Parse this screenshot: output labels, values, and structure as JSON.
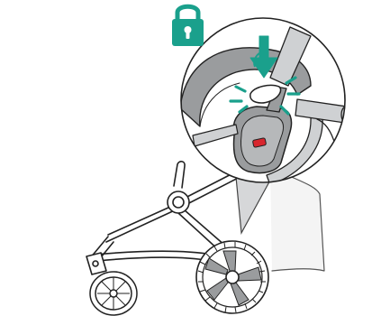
{
  "illustration": {
    "subject": "stroller-frame-with-rear-wheel-and-zoomed-lock-detail",
    "accent_color": "#1aa08c",
    "line_color": "#222222",
    "shade_color": "#9a9c9e",
    "light_shade_color": "#cfd1d3",
    "icons": {
      "lock": "padlock-closed-icon",
      "press_arrow": "arrow-down-icon"
    },
    "status": {
      "lock_state": "locked",
      "release_button_indicator": "red"
    }
  }
}
